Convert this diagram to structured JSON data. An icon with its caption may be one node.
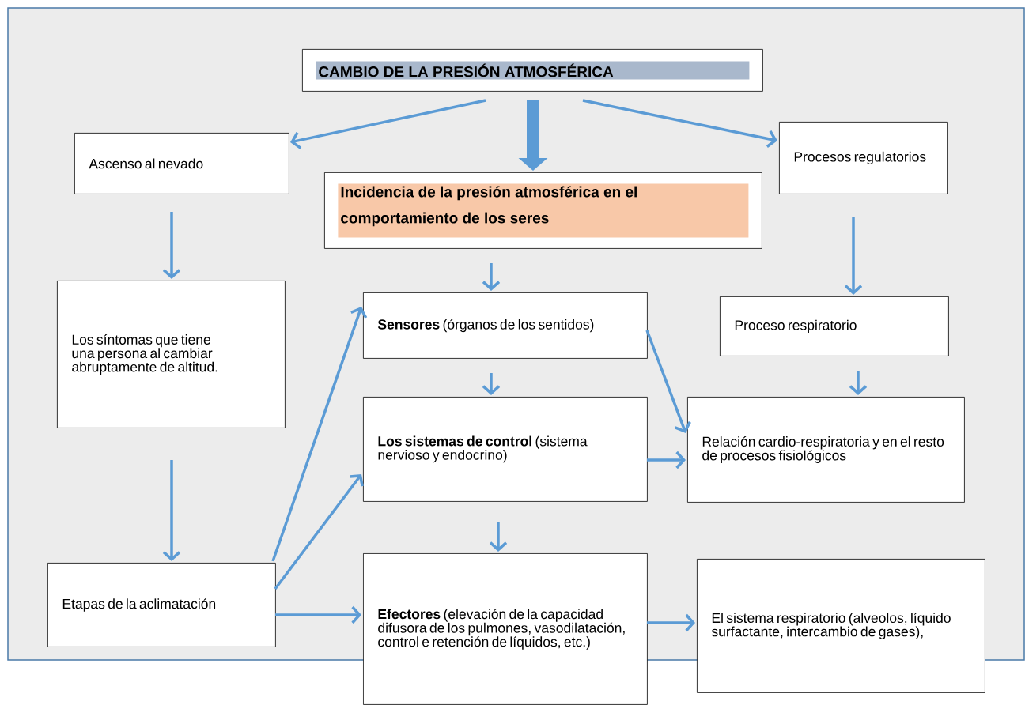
{
  "diagram": {
    "nodes": [
      {
        "text": [
          "CAMBIO DE  LA PRESIÓN ATMOSFÉRICA"
        ]
      },
      {
        "text": [
          "Ascenso al nevado"
        ]
      },
      {
        "text": [
          "Procesos regulatorios"
        ]
      },
      {
        "text": [
          "Incidencia de la presión atmosférica en el comportamiento de los seres"
        ]
      },
      {
        "text": [
          "Los síntomas que tiene una persona al cambiar abruptamente de altitud."
        ]
      },
      {
        "text": [
          "**Sensores** (órganos de los sentidos)"
        ]
      },
      {
        "text": [
          "Proceso respiratorio"
        ]
      },
      {
        "text": [
          "**Los sistemas de control** (sistema nervioso y endocrino)"
        ]
      },
      {
        "text": [
          "Relación cardio-respiratoria  y en el resto de procesos fisiológicos"
        ]
      },
      {
        "text": [
          "Etapas de la aclimatación"
        ]
      },
      {
        "text": [
          "**Efectores** (elevación de la capacidad difusora de los pulmones, vasodilatación, control e retención de líquidos, etc.)"
        ]
      },
      {
        "text": [
          "El sistema respiratorio (alveolos, líquido surfactante, intercambio de gases),"
        ]
      }
    ],
    "edges": [
      {
        "from": 0,
        "to": 1,
        "arrow": "to"
      },
      {
        "from": 0,
        "to": 3,
        "arrow": "to",
        "style": "thick"
      },
      {
        "from": 0,
        "to": 2,
        "arrow": "to"
      },
      {
        "from": 1,
        "to": 4,
        "arrow": "to"
      },
      {
        "from": 4,
        "to": 9,
        "arrow": "to"
      },
      {
        "from": 2,
        "to": 6,
        "arrow": "to"
      },
      {
        "from": 3,
        "to": 5,
        "arrow": "to"
      },
      {
        "from": 5,
        "to": 7,
        "arrow": "to"
      },
      {
        "from": 7,
        "to": 10,
        "arrow": "to"
      },
      {
        "from": 6,
        "to": 8,
        "arrow": "to"
      },
      {
        "from": 5,
        "to": 8,
        "arrow": "to"
      },
      {
        "from": 7,
        "to": 8,
        "arrow": "to"
      },
      {
        "from": 9,
        "to": 5,
        "arrow": "to"
      },
      {
        "from": 9,
        "to": 7,
        "arrow": "to"
      },
      {
        "from": 9,
        "to": 10,
        "arrow": "to"
      },
      {
        "from": 10,
        "to": 11,
        "arrow": "to"
      }
    ]
  }
}
